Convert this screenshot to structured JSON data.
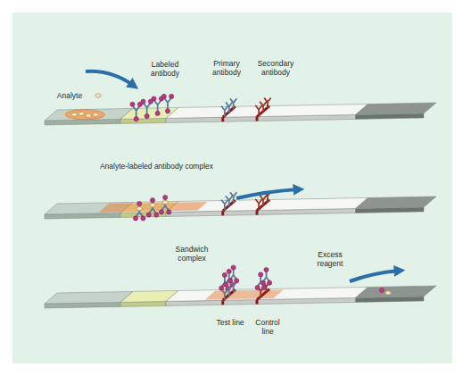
{
  "diagram": {
    "labels": [
      "Analyte",
      "Labeled antibody",
      "Primary antibody",
      "Secondary antibody",
      "Analyte-labeled antibody complex",
      "Sandwich complex",
      "Excess reagent",
      "Test line",
      "Control line"
    ]
  }
}
